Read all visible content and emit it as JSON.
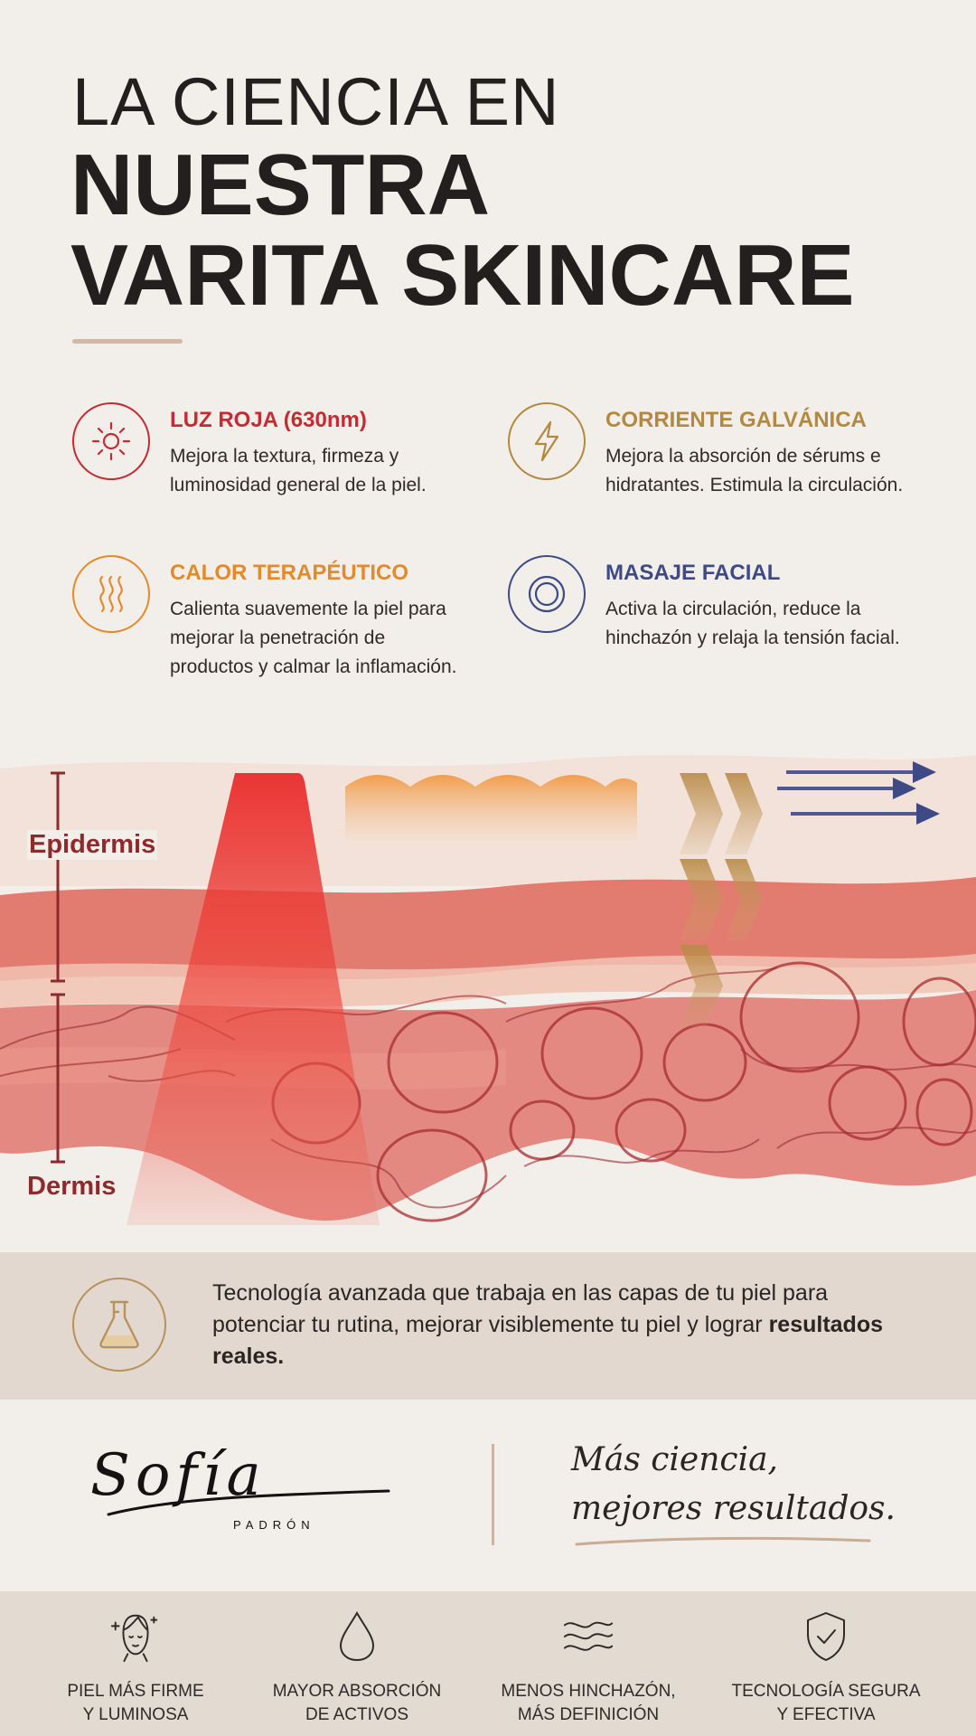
{
  "header": {
    "title_line1": "LA CIENCIA EN",
    "title_line2": "NUESTRA",
    "title_line3": "VARITA SKINCARE"
  },
  "features": [
    {
      "title": "LUZ ROJA (630nm)",
      "text": "Mejora la textura, firmeza y luminosidad general de la piel.",
      "color": "#c72a30",
      "icon": "sun-icon"
    },
    {
      "title": "CORRIENTE GALVÁNICA",
      "text": "Mejora la absorción de sérums e hidratantes. Estimula la circulación.",
      "color": "#b3883f",
      "icon": "lightning-icon"
    },
    {
      "title": "CALOR TERAPÉUTICO",
      "text": "Calienta suavemente la piel para mejorar la penetración de productos y calmar la inflamación.",
      "color": "#e48a2a",
      "icon": "heat-waves-icon"
    },
    {
      "title": "MASAJE FACIAL",
      "text": "Activa la circulación, reduce la hinchazón y relaja la tensión facial.",
      "color": "#3d4a86",
      "icon": "concentric-circles-icon"
    }
  ],
  "skin": {
    "epidermis_label": "Epidermis",
    "dermis_label": "Dermis"
  },
  "tech": {
    "text": "Tecnología avanzada que trabaja en las capas de tu piel para potenciar tu rutina, mejorar visiblemente tu piel y lograr",
    "bold": "resultados reales.",
    "icon": "flask-icon"
  },
  "brand": {
    "signature": "Sofía",
    "subtitle": "PADRÓN",
    "slogan_line1": "Más ciencia,",
    "slogan_line2": "mejores resultados."
  },
  "benefits": [
    {
      "label": "PIEL MÁS FIRME\nY LUMINOSA",
      "icon": "face-sparkle-icon"
    },
    {
      "label": "MAYOR ABSORCIÓN\nDE ACTIVOS",
      "icon": "drop-icon"
    },
    {
      "label": "MENOS HINCHAZÓN,\nMÁS DEFINICIÓN",
      "icon": "waves-icon"
    },
    {
      "label": "TECNOLOGÍA SEGURA\nY EFECTIVA",
      "icon": "shield-check-icon"
    }
  ]
}
